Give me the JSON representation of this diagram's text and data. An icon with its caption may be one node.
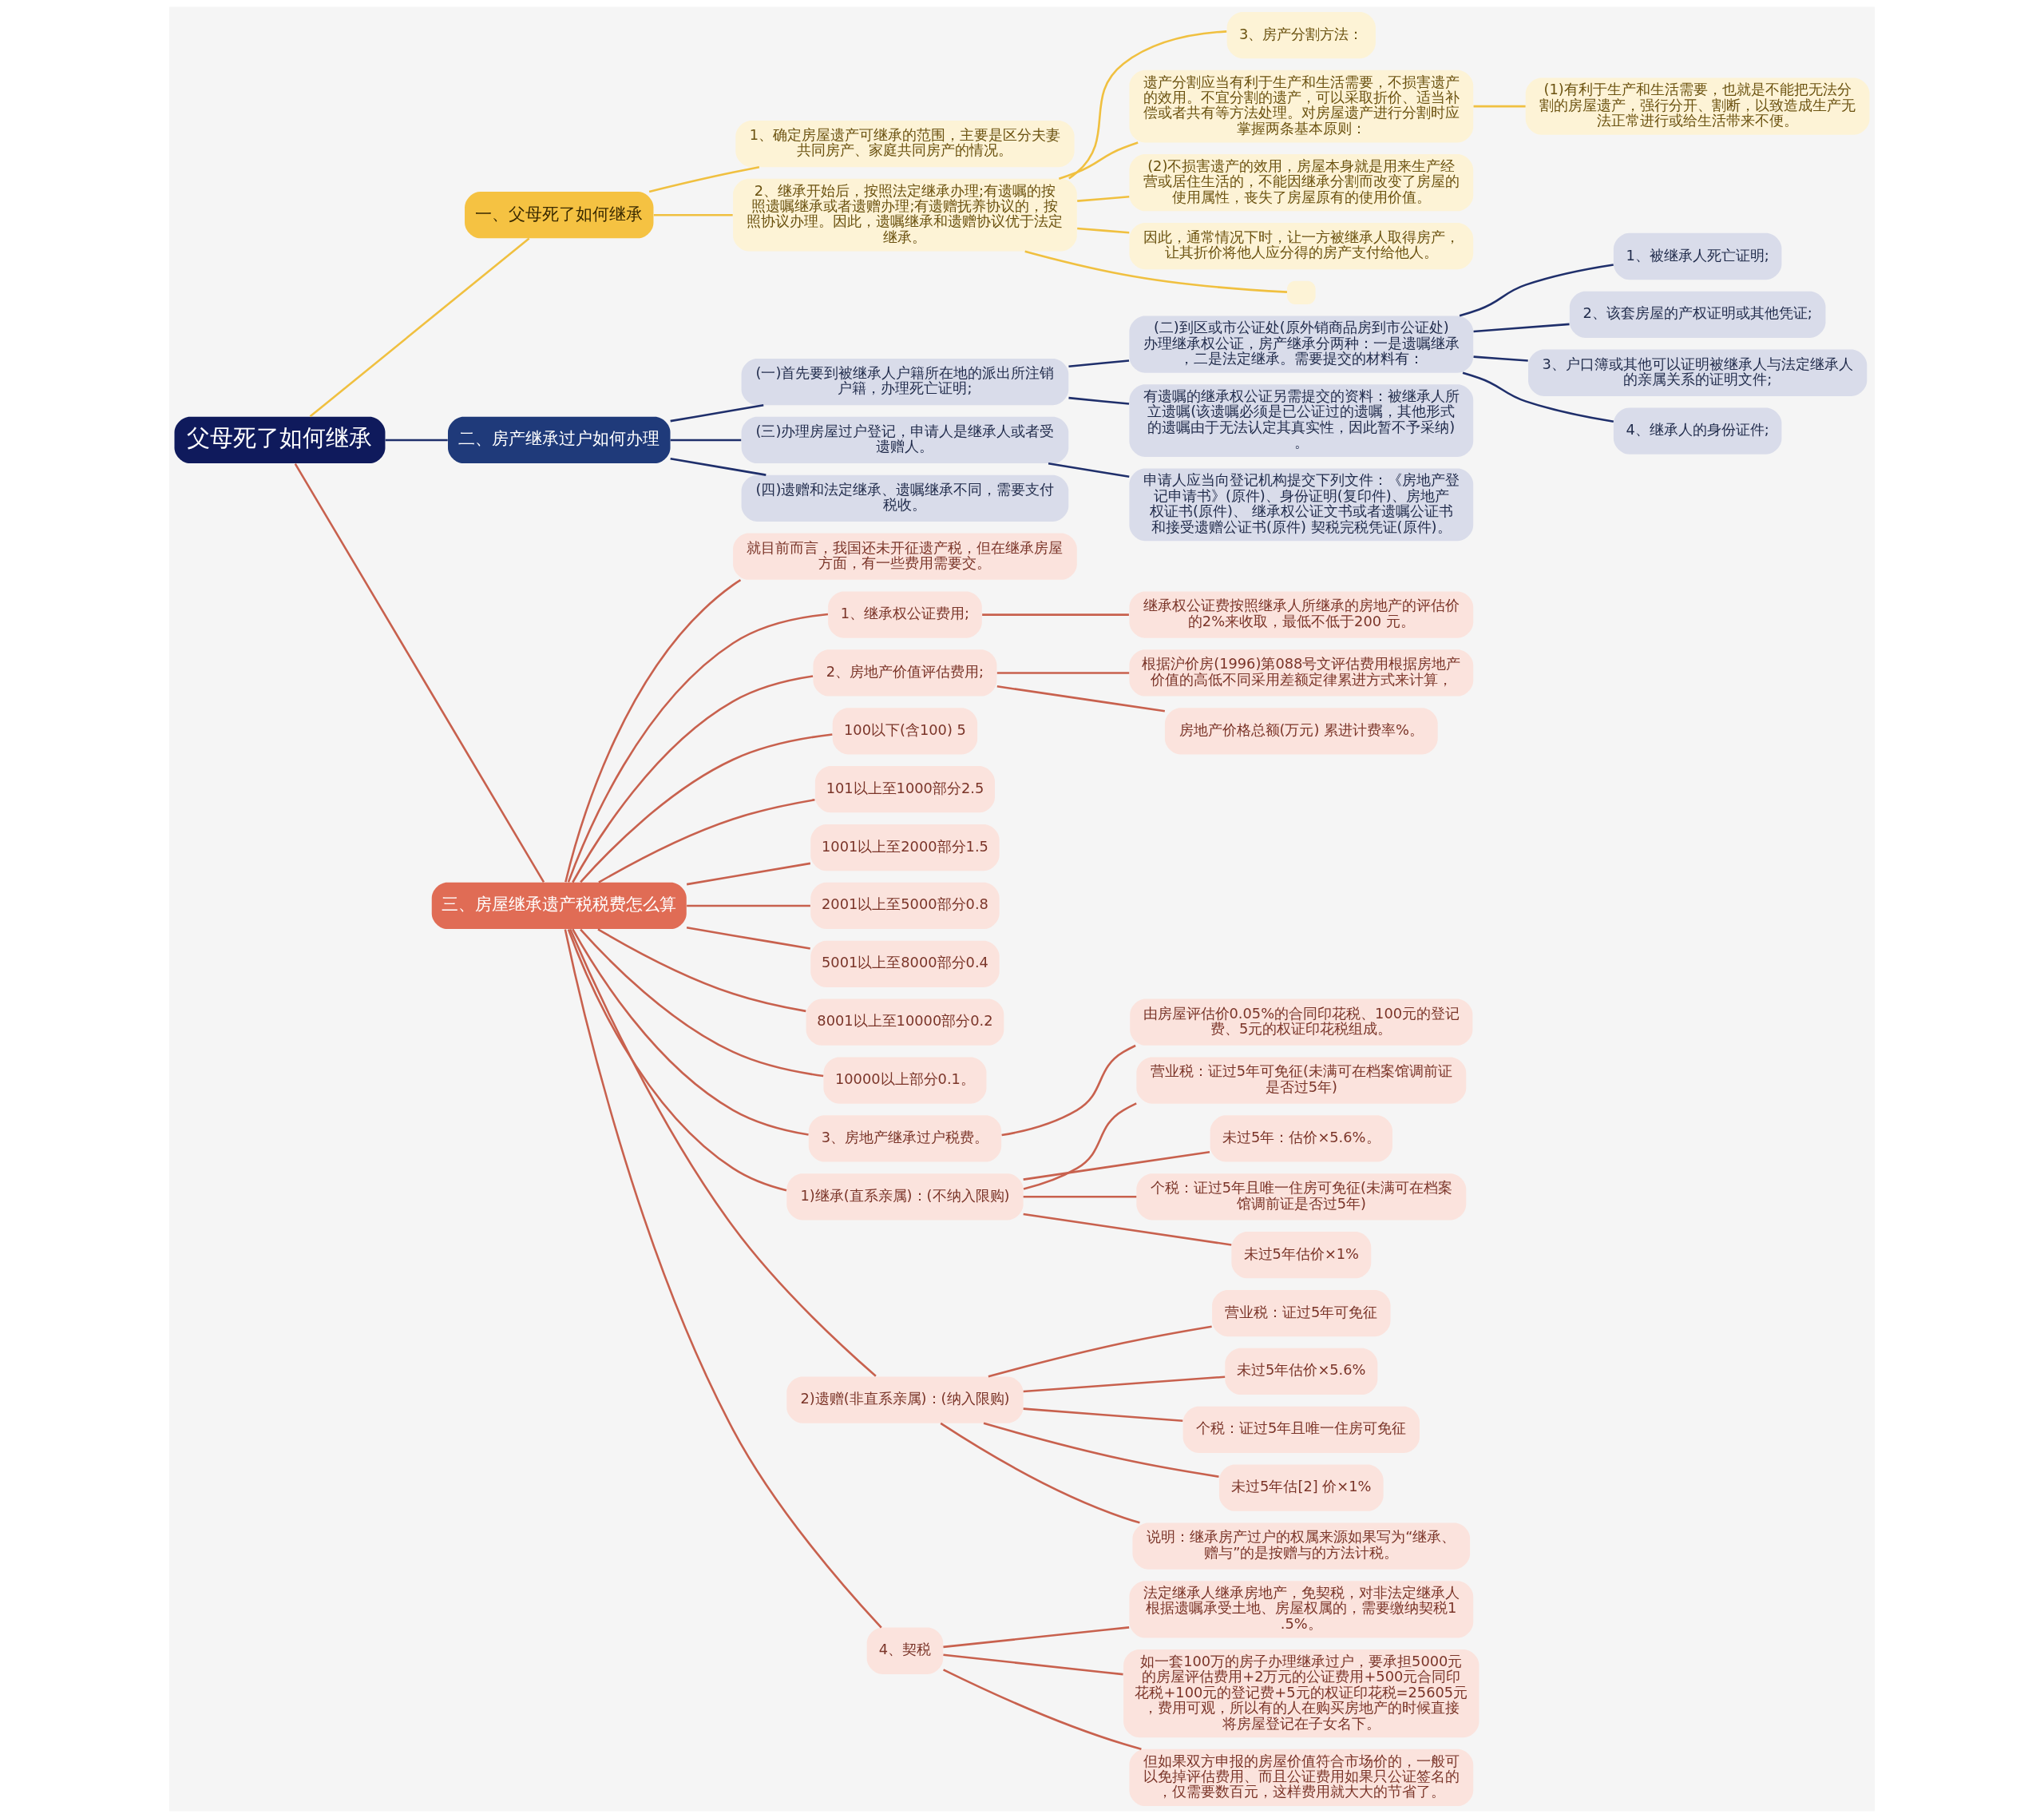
{
  "diagram": {
    "nodes": [
      {
        "text": [
          "父母死了如何继承"
        ]
      },
      {
        "text": [
          "一、父母死了如何继承"
        ]
      },
      {
        "text": [
          "1、确定房屋遗产可继承的范围，主要是区分夫妻共同房产、家庭共同房产的情况。"
        ]
      },
      {
        "text": [
          "2、继承开始后，按照法定继承办理;有遗嘱的按照遗嘱继承或者遗赠办理;有遗赠抚养协议的，按照协议办理。因此，遗嘱继承和遗赠协议优于法定继承。"
        ]
      },
      {
        "text": [
          "3、房产分割方法："
        ]
      },
      {
        "text": [
          "遗产分割应当有利于生产和生活需要，不损害遗产的效用。不宜分割的遗产，可以采取折价、适当补偿或者共有等方法处理。对房屋遗产进行分割时应掌握两条基本原则："
        ]
      },
      {
        "text": [
          "(1)有利于生产和生活需要，也就是不能把无法分割的房屋遗产，强行分开、割断，以致造成生产无法正常进行或给生活带来不便。"
        ]
      },
      {
        "text": [
          "(2)不损害遗产的效用，房屋本身就是用来生产经营或居住生活的，不能因继承分割而改变了房屋的使用属性，丧失了房屋原有的使用价值。"
        ]
      },
      {
        "text": [
          "因此，通常情况下时，让一方被继承人取得房产，让其折价将他人应分得的房产支付给他人。"
        ]
      },
      {
        "text": [],
        "shape": "box"
      },
      {
        "text": [
          "二、房产继承过户如何办理"
        ]
      },
      {
        "text": [
          "(一)首先要到被继承人户籍所在地的派出所注销户籍，办理死亡证明;"
        ]
      },
      {
        "text": [
          "(二)到区或市公证处(原外销商品房到市公证处)办理继承权公证，房产继承分两种：一是遗嘱继承，二是法定继承。需要提交的材料有："
        ]
      },
      {
        "text": [
          "1、被继承人死亡证明;"
        ]
      },
      {
        "text": [
          "2、该套房屋的产权证明或其他凭证;"
        ]
      },
      {
        "text": [
          "3、户口簿或其他可以证明被继承人与法定继承人的亲属关系的证明文件;"
        ]
      },
      {
        "text": [
          "4、继承人的身份证件;"
        ]
      },
      {
        "text": [
          "有遗嘱的继承权公证另需提交的资料：被继承人所立遗嘱(该遗嘱必须是已公证过的遗嘱，其他形式的遗嘱由于无法认定其真实性，因此暂不予采纳)。"
        ]
      },
      {
        "text": [
          "(三)办理房屋过户登记，申请人是继承人或者受遗赠人。"
        ]
      },
      {
        "text": [
          "申请人应当向登记机构提交下列文件：《房地产登记申请书》(原件)、身份证明(复印件)、房地产权证书(原件)、 继承权公证文书或者遗嘱公证书和接受遗赠公证书(原件) 契税完税凭证(原件)。"
        ]
      },
      {
        "text": [
          "(四)遗赠和法定继承、遗嘱继承不同，需要支付税收。"
        ]
      },
      {
        "text": [
          "三、房屋继承遗产税税费怎么算"
        ]
      },
      {
        "text": [
          "就目前而言，我国还未开征遗产税，但在继承房屋方面，有一些费用需要交。"
        ]
      },
      {
        "text": [
          "1、继承权公证费用;"
        ]
      },
      {
        "text": [
          "继承权公证费按照继承人所继承的房地产的评估价的2%来收取，最低不低于200 元。"
        ]
      },
      {
        "text": [
          "2、房地产价值评估费用;"
        ]
      },
      {
        "text": [
          "根据沪价房(1996)第088号文评估费用根据房地产价值的高低不同采用差额定律累进方式来计算，"
        ]
      },
      {
        "text": [
          "房地产价格总额(万元) 累进计费率%。"
        ]
      },
      {
        "text": [
          "100以下(含100) 5"
        ]
      },
      {
        "text": [
          "101以上至1000部分2.5"
        ]
      },
      {
        "text": [
          "1001以上至2000部分1.5"
        ]
      },
      {
        "text": [
          "2001以上至5000部分0.8"
        ]
      },
      {
        "text": [
          "5001以上至8000部分0.4"
        ]
      },
      {
        "text": [
          "8001以上至10000部分0.2"
        ]
      },
      {
        "text": [
          "10000以上部分0.1。"
        ]
      },
      {
        "text": [
          "3、房地产继承过户税费。"
        ]
      },
      {
        "text": [
          "由房屋评估价0.05%的合同印花税、100元的登记费、5元的权证印花税组成。"
        ]
      },
      {
        "text": [
          "1)继承(直系亲属)：(不纳入限购)"
        ]
      },
      {
        "text": [
          "营业税：证过5年可免征(未满可在档案馆调前证是否过5年)"
        ]
      },
      {
        "text": [
          "未过5年：估价×5.6%。"
        ]
      },
      {
        "text": [
          "个税：证过5年且唯一住房可免征(未满可在档案馆调前证是否过5年)"
        ]
      },
      {
        "text": [
          "未过5年估价×1%"
        ]
      },
      {
        "text": [
          "2)遗赠(非直系亲属)：(纳入限购)"
        ]
      },
      {
        "text": [
          "营业税：证过5年可免征"
        ]
      },
      {
        "text": [
          "未过5年估价×5.6%"
        ]
      },
      {
        "text": [
          "个税：证过5年且唯一住房可免征"
        ]
      },
      {
        "text": [
          "未过5年估[2] 价×1%"
        ]
      },
      {
        "text": [
          "说明：继承房产过户的权属来源如果写为“继承、赠与”的是按赠与的方法计税。"
        ]
      },
      {
        "text": [
          "4、契税"
        ]
      },
      {
        "text": [
          "法定继承人继承房地产，免契税，对非法定继承人根据遗嘱承受土地、房屋权属的，需要缴纳契税1.5%。"
        ]
      },
      {
        "text": [
          "如一套100万的房子办理继承过户，要承担5000元的房屋评估费用+2万元的公证费用+500元合同印花税+100元的登记费+5元的权证印花税=25605元，费用可观，所以有的人在购买房地产的时候直接将房屋登记在子女名下。"
        ]
      },
      {
        "text": [
          "但如果双方申报的房屋价值符合市场价的，一般可以免掉评估费用、而且公证费用如果只公证签名的，仅需要数百元，这样费用就大大的节省了。"
        ]
      }
    ],
    "edges": [
      {
        "from": 0,
        "to": 1,
        "arrow": "none",
        "color": "#f0c040"
      },
      {
        "from": 1,
        "to": 2,
        "arrow": "none",
        "color": "#f0c040"
      },
      {
        "from": 1,
        "to": 3,
        "arrow": "none",
        "color": "#f0c040"
      },
      {
        "from": 3,
        "to": 4,
        "arrow": "none",
        "color": "#f0c040"
      },
      {
        "from": 3,
        "to": 5,
        "arrow": "none",
        "color": "#f0c040"
      },
      {
        "from": 5,
        "to": 6,
        "arrow": "none",
        "color": "#f0c040"
      },
      {
        "from": 3,
        "to": 7,
        "arrow": "none",
        "color": "#f0c040"
      },
      {
        "from": 3,
        "to": 8,
        "arrow": "none",
        "color": "#f0c040"
      },
      {
        "from": 3,
        "to": 9,
        "arrow": "none",
        "color": "#f0c040"
      },
      {
        "from": 0,
        "to": 10,
        "arrow": "none",
        "color": "#1f2f6b"
      },
      {
        "from": 10,
        "to": 11,
        "arrow": "none",
        "color": "#1f2f6b"
      },
      {
        "from": 11,
        "to": 12,
        "arrow": "none",
        "color": "#1f2f6b"
      },
      {
        "from": 12,
        "to": 13,
        "arrow": "none",
        "color": "#1f2f6b"
      },
      {
        "from": 12,
        "to": 14,
        "arrow": "none",
        "color": "#1f2f6b"
      },
      {
        "from": 12,
        "to": 15,
        "arrow": "none",
        "color": "#1f2f6b"
      },
      {
        "from": 12,
        "to": 16,
        "arrow": "none",
        "color": "#1f2f6b"
      },
      {
        "from": 11,
        "to": 17,
        "arrow": "none",
        "color": "#1f2f6b"
      },
      {
        "from": 10,
        "to": 18,
        "arrow": "none",
        "color": "#1f2f6b"
      },
      {
        "from": 18,
        "to": 19,
        "arrow": "none",
        "color": "#1f2f6b"
      },
      {
        "from": 10,
        "to": 20,
        "arrow": "none",
        "color": "#1f2f6b"
      },
      {
        "from": 0,
        "to": 21,
        "arrow": "none"
      },
      {
        "from": 21,
        "to": 22,
        "arrow": "none"
      },
      {
        "from": 21,
        "to": 23,
        "arrow": "none"
      },
      {
        "from": 23,
        "to": 24,
        "arrow": "none"
      },
      {
        "from": 21,
        "to": 25,
        "arrow": "none"
      },
      {
        "from": 25,
        "to": 26,
        "arrow": "none"
      },
      {
        "from": 25,
        "to": 27,
        "arrow": "none"
      },
      {
        "from": 21,
        "to": 28,
        "arrow": "none"
      },
      {
        "from": 21,
        "to": 29,
        "arrow": "none"
      },
      {
        "from": 21,
        "to": 30,
        "arrow": "none"
      },
      {
        "from": 21,
        "to": 31,
        "arrow": "none"
      },
      {
        "from": 21,
        "to": 32,
        "arrow": "none"
      },
      {
        "from": 21,
        "to": 33,
        "arrow": "none"
      },
      {
        "from": 21,
        "to": 34,
        "arrow": "none"
      },
      {
        "from": 21,
        "to": 35,
        "arrow": "none"
      },
      {
        "from": 35,
        "to": 36,
        "arrow": "none"
      },
      {
        "from": 21,
        "to": 37,
        "arrow": "none"
      },
      {
        "from": 37,
        "to": 38,
        "arrow": "none"
      },
      {
        "from": 37,
        "to": 39,
        "arrow": "none"
      },
      {
        "from": 37,
        "to": 40,
        "arrow": "none"
      },
      {
        "from": 37,
        "to": 41,
        "arrow": "none"
      },
      {
        "from": 21,
        "to": 42,
        "arrow": "none"
      },
      {
        "from": 42,
        "to": 43,
        "arrow": "none"
      },
      {
        "from": 42,
        "to": 44,
        "arrow": "none"
      },
      {
        "from": 42,
        "to": 45,
        "arrow": "none"
      },
      {
        "from": 42,
        "to": 46,
        "arrow": "none"
      },
      {
        "from": 42,
        "to": 47,
        "arrow": "none"
      },
      {
        "from": 21,
        "to": 48,
        "arrow": "none"
      },
      {
        "from": 48,
        "to": 49,
        "arrow": "none"
      },
      {
        "from": 48,
        "to": 50,
        "arrow": "none"
      },
      {
        "from": 48,
        "to": 51,
        "arrow": "none"
      }
    ]
  }
}
